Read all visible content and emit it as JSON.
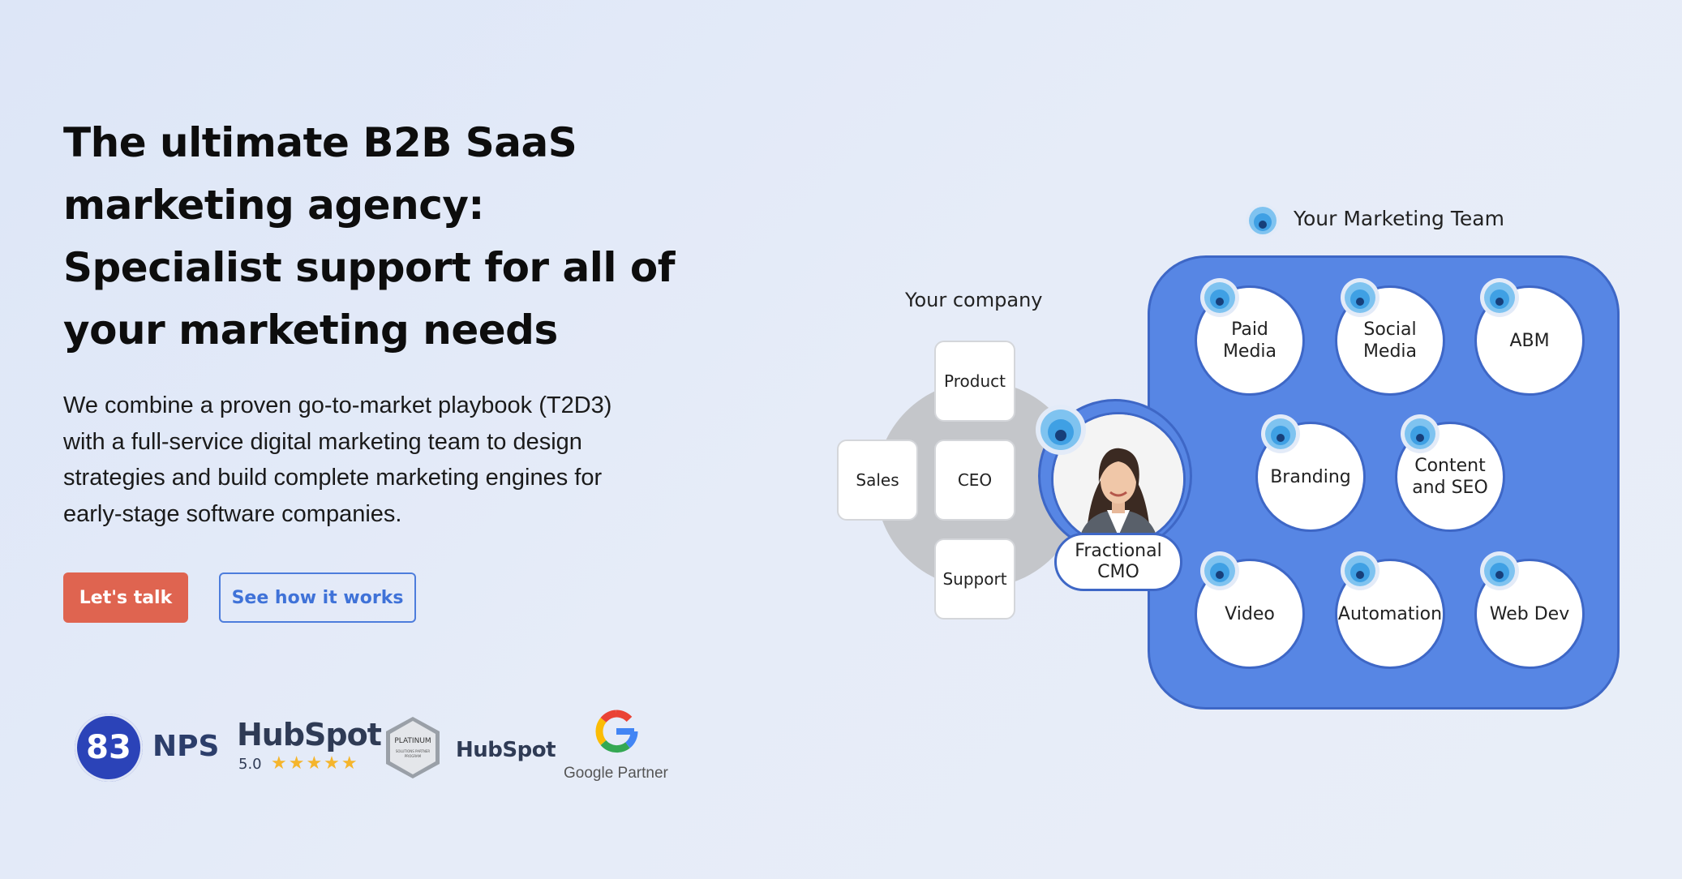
{
  "hero": {
    "title_line1": "The ultimate B2B SaaS",
    "title_line2": "marketing agency:",
    "title_line3": "Specialist support for all of",
    "title_line4": "your marketing needs",
    "desc_line1": "We combine a proven go-to-market playbook (T2D3)",
    "desc_line2": "with a full-service digital marketing team to design",
    "desc_line3": "strategies and build complete marketing engines for",
    "desc_line4": "early-stage software companies."
  },
  "buttons": {
    "primary_label": "Let's talk",
    "secondary_label": "See how it works"
  },
  "badges": {
    "nps_score": "83",
    "nps_label": "NPS",
    "hubspot_logo": "HubSpot",
    "hubspot_rating": "5.0",
    "hubspot_stars": "★★★★★",
    "platinum_text": "PLATINUM",
    "platinum_sub": "SOLUTIONS PARTNER",
    "platinum_sub2": "PROGRAM",
    "hubspot_partner_logo": "HubSpot",
    "google_label": "Google Partner"
  },
  "diagram": {
    "team_label": "Your Marketing Team",
    "company_label": "Your company",
    "company_boxes": {
      "product": "Product",
      "sales": "Sales",
      "ceo": "CEO",
      "support": "Support"
    },
    "cmo": {
      "line1": "Fractional",
      "line2": "CMO"
    },
    "members": [
      {
        "line1": "Paid",
        "line2": "Media"
      },
      {
        "line1": "Social",
        "line2": "Media"
      },
      {
        "line1": "ABM",
        "line2": ""
      },
      {
        "line1": "Branding",
        "line2": ""
      },
      {
        "line1": "Content",
        "line2": "and SEO"
      },
      {
        "line1": "Video",
        "line2": ""
      },
      {
        "line1": "Automation",
        "line2": ""
      },
      {
        "line1": "Web Dev",
        "line2": ""
      }
    ]
  },
  "colors": {
    "accent_orange": "#df6450",
    "accent_blue": "#3f72d8",
    "team_blue": "#5786e4",
    "nps_blue": "#2b43b8",
    "star_gold": "#f5b52c"
  }
}
